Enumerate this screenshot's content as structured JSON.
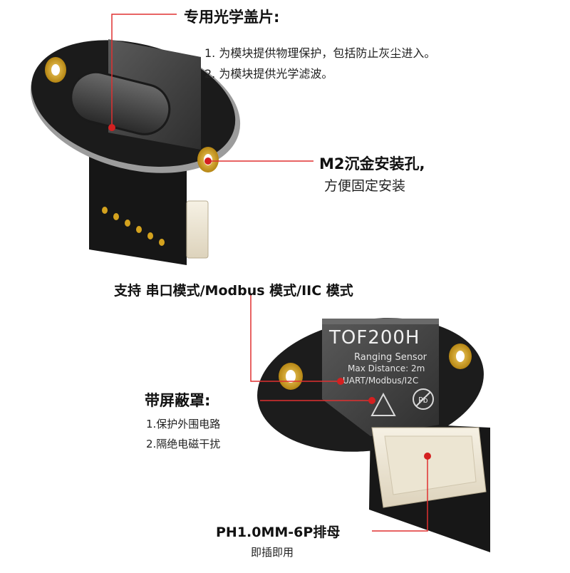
{
  "cover": {
    "title": "专用光学盖片:",
    "points": [
      "1. 为模块提供物理保护，包括防止灰尘进入。",
      "2. 为模块提供光学滤波。"
    ]
  },
  "mount_hole": {
    "title": "M2沉金安装孔,",
    "subtitle": "方便固定安装"
  },
  "modes": {
    "label": "支持 串口模式/Modbus 模式/IIC 模式"
  },
  "shield": {
    "title": "带屏蔽罩:",
    "points": [
      "1.保护外围电路",
      "2.隔绝电磁干扰"
    ]
  },
  "connector": {
    "title": "PH1.0MM-6P排母",
    "subtitle": "即插即用"
  },
  "module_label": {
    "name": "TOF200H",
    "type": "Ranging Sensor",
    "spec1": "Max Distance: 2m",
    "spec2": "UART/Modbus/I2C",
    "pb_mark": "Pb"
  },
  "colors": {
    "callout_line": "#e03030",
    "dot": "#d42020",
    "pcb": "#1c1c1c",
    "gold": "#d4a21e",
    "module_body": "#3a3a3a"
  }
}
